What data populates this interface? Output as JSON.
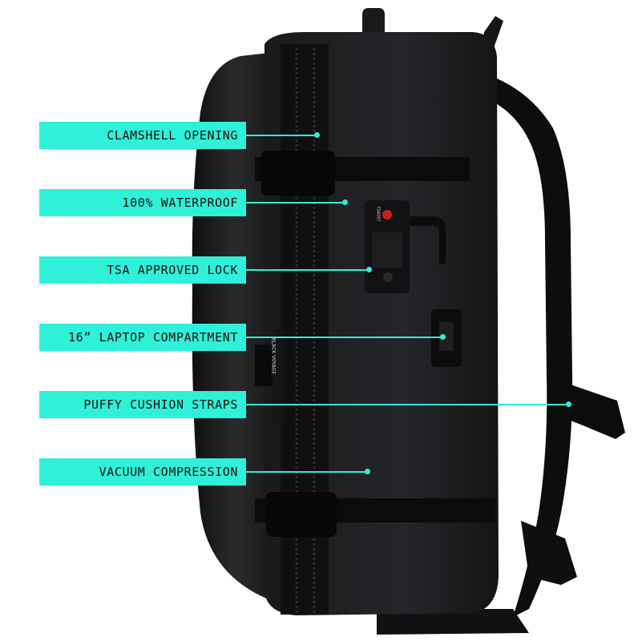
{
  "callouts": [
    {
      "label": "CLAMSHELL OPENING"
    },
    {
      "label": "100% WATERPROOF"
    },
    {
      "label": "TSA APPROVED LOCK"
    },
    {
      "label": "16” LAPTOP COMPARTMENT"
    },
    {
      "label": "PUFFY CUSHION STRAPS"
    },
    {
      "label": "VACUUM COMPRESSION"
    }
  ],
  "product": {
    "brand_tag": "BLACK VOYAGE",
    "lock_mark": "TSA007",
    "colors": {
      "accent": "#2ff0d8",
      "body": "#1c1c1e",
      "background": "#ffffff"
    }
  }
}
